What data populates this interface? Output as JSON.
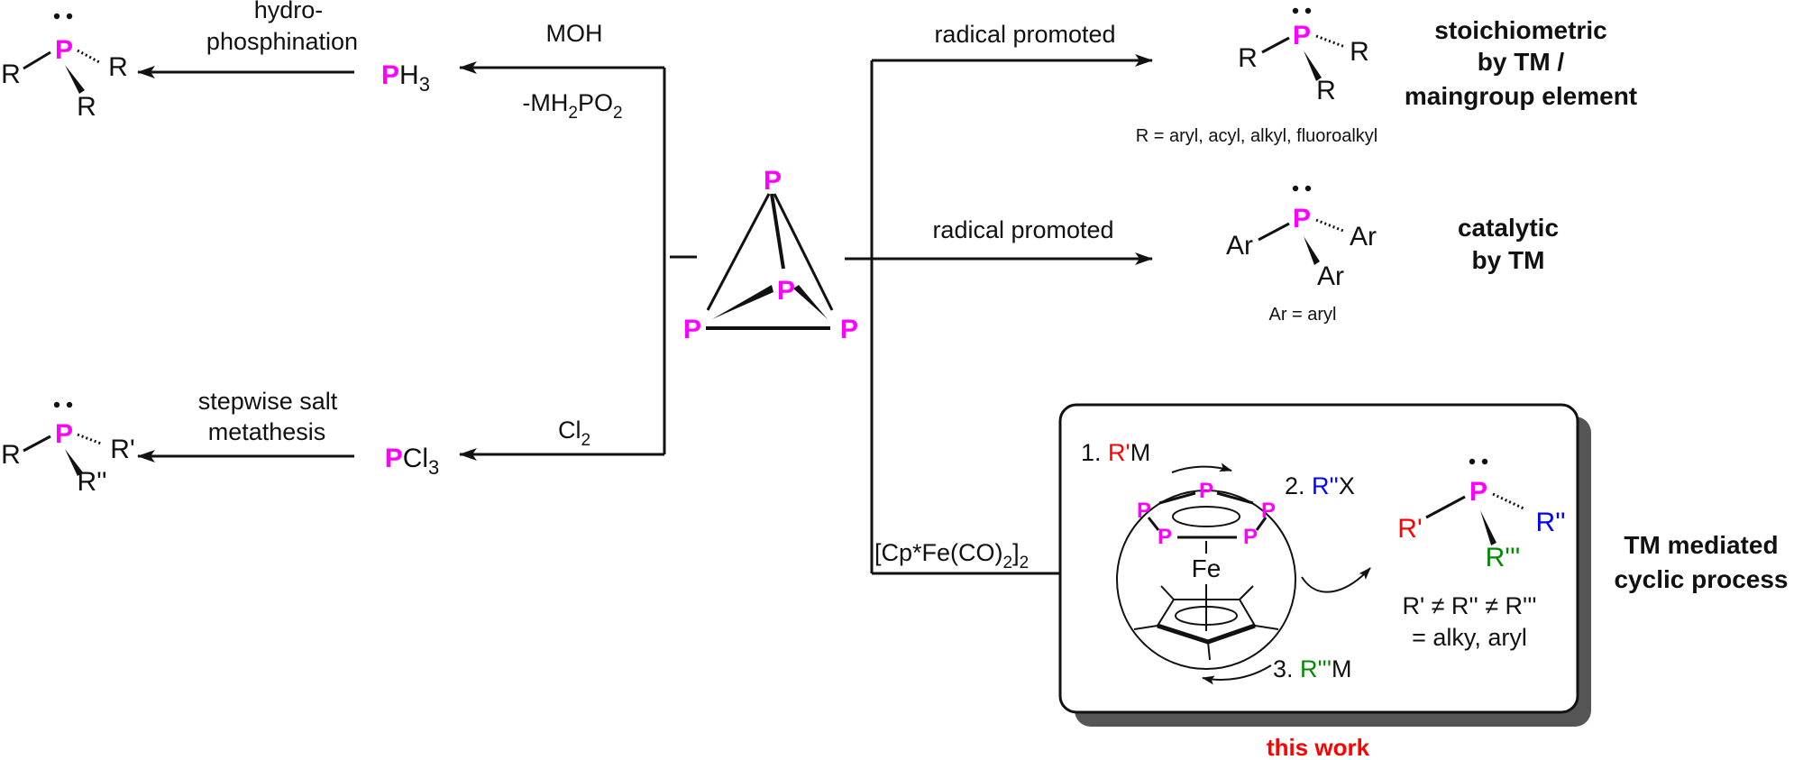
{
  "colors": {
    "phosphorus": "#ff00ff",
    "r1": "#ff0000",
    "r2": "#0000ff",
    "r3": "#008a00",
    "accent_text": "#ff0000",
    "box_shadow": "#555555"
  },
  "p4": {
    "atom": "P"
  },
  "top_left": {
    "reagent_top": "MOH",
    "reagent_bottom": "-MH2PO2",
    "intermediate": "PH3",
    "step_label_1": "hydro-",
    "step_label_2": "phosphination",
    "product": {
      "center": "P",
      "substituents": [
        "R",
        "R",
        "R"
      ]
    }
  },
  "bottom_left": {
    "reagent": "Cl2",
    "intermediate": "PCl3",
    "step_label_1": "stepwise salt",
    "step_label_2": "metathesis",
    "product": {
      "center": "P",
      "substituents": [
        "R",
        "R'",
        "R''"
      ]
    }
  },
  "right_top": {
    "arrow_label": "radical promoted",
    "product": {
      "center": "P",
      "substituents": [
        "R",
        "R",
        "R"
      ]
    },
    "definition": "R = aryl, acyl, alkyl, fluoroalkyl",
    "description": [
      "stoichiometric",
      "by TM /",
      "maingroup element"
    ]
  },
  "right_middle": {
    "arrow_label": "radical promoted",
    "product": {
      "center": "P",
      "substituents": [
        "Ar",
        "Ar",
        "Ar"
      ]
    },
    "definition": "Ar = aryl",
    "description": [
      "catalytic",
      "by TM"
    ]
  },
  "right_bottom": {
    "arrow_label": "[Cp*Fe(CO)2]2",
    "complex_metal": "Fe",
    "steps": [
      "1. R'M",
      "2. R''X",
      "3. R'''M"
    ],
    "product": {
      "center": "P",
      "substituents": [
        "R'",
        "R''",
        "R'''"
      ]
    },
    "condition_1": "R' ≠ R'' ≠ R'''",
    "condition_2": "= alky, aryl",
    "description": [
      "TM mediated",
      "cyclic process"
    ],
    "footer": "this work"
  }
}
